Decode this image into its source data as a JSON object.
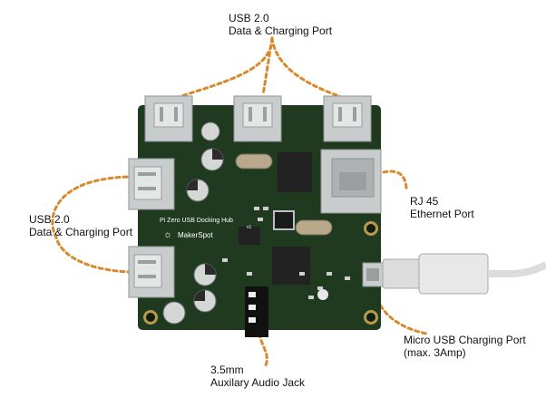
{
  "labels": {
    "usb_top_line1": "USB 2.0",
    "usb_top_line2": "Data & Charging Port",
    "usb_left_line1": "USB 2.0",
    "usb_left_line2": "Data & Charging Port",
    "rj45_line1": "RJ 45",
    "rj45_line2": "Ethernet Port",
    "micro_usb_line1": "Micro USB Charging Port",
    "micro_usb_line2": "(max. 3Amp)",
    "audio_line1": "3.5mm",
    "audio_line2": "Auxilary Audio Jack"
  },
  "board": {
    "silkscreen_title": "Pi Zero USB Docking Hub",
    "version": "v1",
    "brand": "MakerSpot"
  },
  "colors": {
    "pcb": "#1f3a1f",
    "callout": "#d9892b",
    "metal": "#c9cccc",
    "cable": "#dcdcdc"
  }
}
